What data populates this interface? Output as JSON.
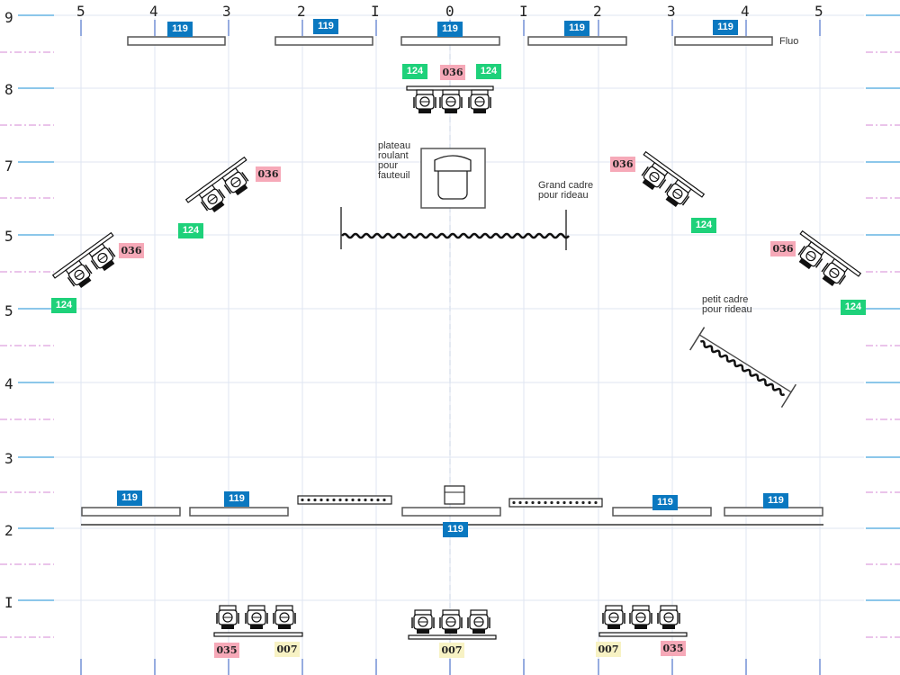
{
  "scale_top": [
    "5",
    "4",
    "3",
    "2",
    "I",
    "0",
    "I",
    "2",
    "3",
    "4",
    "5"
  ],
  "scale_left": [
    "9",
    "8",
    "7",
    "5",
    "5",
    "4",
    "3",
    "2",
    "I"
  ],
  "colors": {
    "blue": "#0a78c0",
    "green": "#1ed17a",
    "pink": "#f6a9b8",
    "yellow": "#f7f2c4",
    "grid": "#dfe6f2",
    "tick": "#1a8fd6",
    "accent": "#d58ad6"
  },
  "labels": {
    "plateau": [
      "plateau",
      "roulant",
      "pour",
      "fauteuil"
    ],
    "grand_cadre": [
      "Grand cadre",
      "pour rideau"
    ],
    "petit_cadre": [
      "petit cadre",
      "pour rideau"
    ],
    "fluo": "Fluo"
  },
  "gels": {
    "top_bars": [
      "119",
      "119",
      "119",
      "119",
      "119"
    ],
    "upper_cluster": [
      "124",
      "036",
      "124"
    ],
    "left_upper": [
      "036",
      "124"
    ],
    "left_lower": [
      "036",
      "124"
    ],
    "right_upper": [
      "036",
      "124"
    ],
    "right_lower": [
      "036",
      "124"
    ],
    "bottom_bars": [
      "119",
      "119",
      "119",
      "119",
      "119"
    ],
    "floor_left": [
      "035",
      "007"
    ],
    "floor_center": [
      "007"
    ],
    "floor_right": [
      "007",
      "035"
    ]
  }
}
